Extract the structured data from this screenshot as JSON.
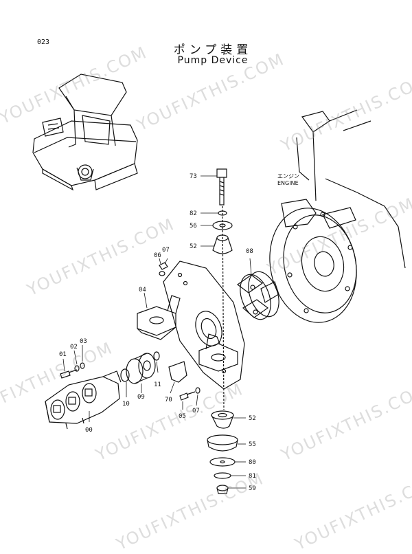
{
  "page": {
    "number": "023",
    "title_jp": "ポンプ装置",
    "title_en": "Pump Device"
  },
  "engine_label": {
    "jp": "エンジン",
    "en": "ENGINE"
  },
  "watermark": "YOUFIXTHIS.COM",
  "parts": [
    "73",
    "82",
    "56",
    "52",
    "06",
    "07",
    "08",
    "04",
    "01",
    "02",
    "03",
    "11",
    "09",
    "10",
    "70",
    "05",
    "07",
    "00",
    "52",
    "55",
    "80",
    "81",
    "59"
  ],
  "colors": {
    "line": "#111111",
    "watermark": "#b0b0b0"
  }
}
